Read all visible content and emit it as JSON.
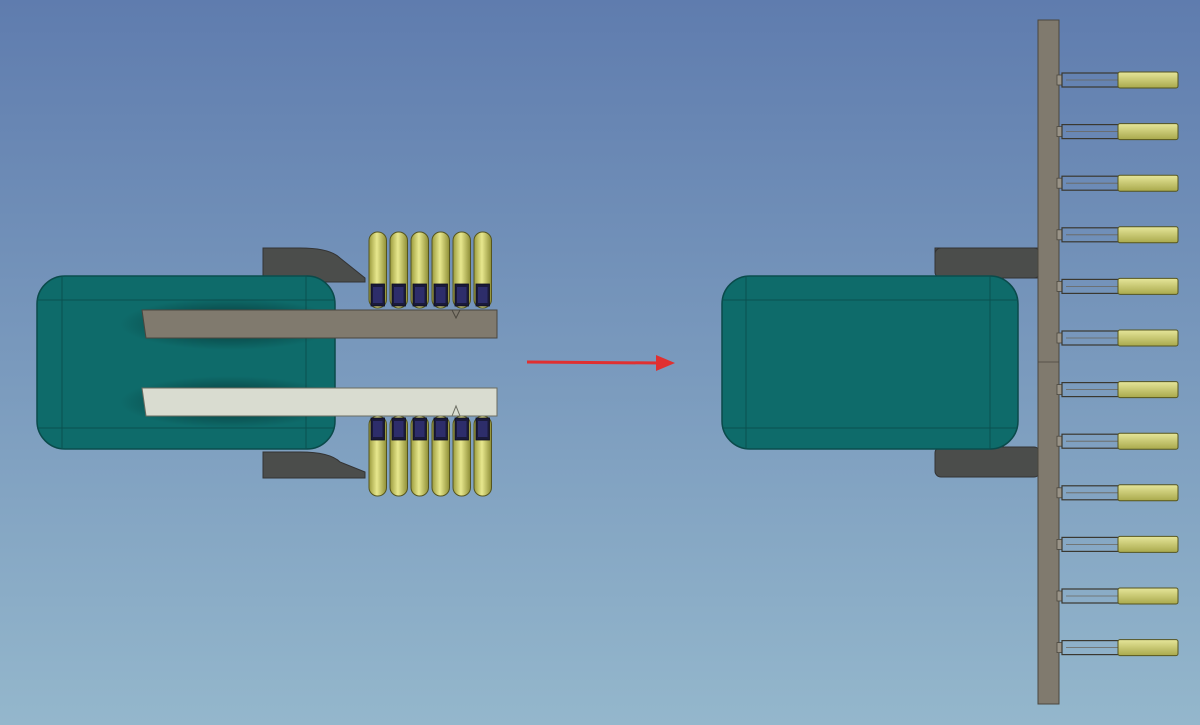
{
  "scene": {
    "background_top": "#5f7cae",
    "background_bottom": "#94b7cc",
    "colors": {
      "block_fill": "#0e6b6a",
      "block_edge": "#0a4a4a",
      "rail_dark": "#807a6e",
      "rail_light": "#d9dcd0",
      "bracket": "#4b4d4b",
      "plate": "#807a6e",
      "coil": "#c9c96a",
      "coil_dark": "#1a1a3a",
      "arrow": "#e03030"
    },
    "left_assembly": {
      "top_coil_count": 6,
      "bottom_coil_count": 6
    },
    "right_assembly": {
      "pin_count": 12
    },
    "arrow": {
      "direction": "right",
      "color": "#e03030"
    }
  }
}
